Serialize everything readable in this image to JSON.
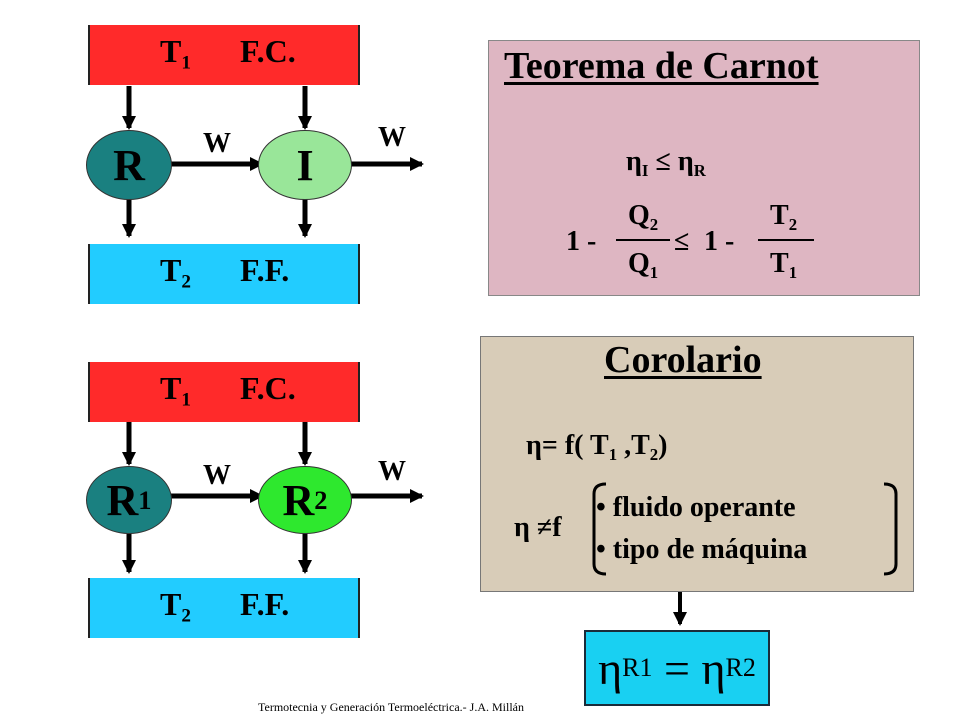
{
  "top": {
    "hot": {
      "t_main": "T",
      "t_sub": "1",
      "label": "F.C."
    },
    "cold": {
      "t_main": "T",
      "t_sub": "2",
      "label": "F.F."
    },
    "engine_r": {
      "main": "R",
      "sub": ""
    },
    "engine_i": {
      "main": "I",
      "sub": ""
    },
    "w_left": "W",
    "w_right": "W"
  },
  "bottom": {
    "hot": {
      "t_main": "T",
      "t_sub": "1",
      "label": "F.C."
    },
    "cold": {
      "t_main": "T",
      "t_sub": "2",
      "label": "F.F."
    },
    "engine_r1": {
      "main": "R",
      "sub": "1"
    },
    "engine_r2": {
      "main": "R",
      "sub": "2"
    },
    "w_left": "W",
    "w_right": "W"
  },
  "carnot": {
    "title": "Teorema de Carnot",
    "eta_i": "η",
    "eta_i_sub": "I",
    "le": "≤",
    "eta_r": "η",
    "eta_r_sub": "R",
    "one_minus_a": "1 -",
    "q_num": "Q",
    "q_num_sub": "2",
    "q_den": "Q",
    "q_den_sub": "1",
    "le2": "≤",
    "one_minus_b": "1 -",
    "t_num": "T",
    "t_num_sub": "2",
    "t_den": "T",
    "t_den_sub": "1"
  },
  "corolario": {
    "title": "Corolario",
    "eq1_pre": "η= f( T",
    "eq1_sub1": "1",
    "eq1_mid": " ,T",
    "eq1_sub2": "2",
    "eq1_end": ")",
    "eq2_pre": "η ≠f",
    "bullets": [
      "• fluido operante",
      "• tipo de máquina"
    ]
  },
  "result": {
    "eta1": "η",
    "sub1": "R1",
    "eq": " = ",
    "eta2": "η",
    "sub2": "R2"
  },
  "footer": "Termotecnia y Generación Termoeléctrica.- J.A. Millán",
  "colors": {
    "hot": "#ff2a2a",
    "cold": "#22ccff",
    "engine_dark": "#1a8080",
    "engine_light": "#99e699",
    "engine_green": "#2ee82e"
  }
}
